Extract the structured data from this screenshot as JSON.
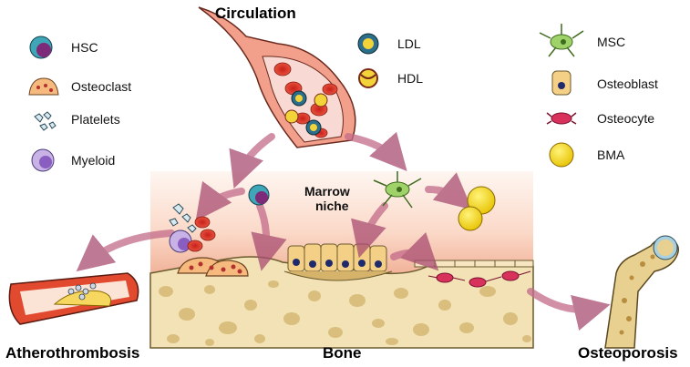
{
  "top_label": "Circulation",
  "legend_left": [
    {
      "label": "HSC",
      "icon": "hsc-cell-icon"
    },
    {
      "label": "Osteoclast",
      "icon": "osteoclast-cell-icon"
    },
    {
      "label": "Platelets",
      "icon": "platelets-icon"
    },
    {
      "label": "Myeloid",
      "icon": "myeloid-cell-icon"
    }
  ],
  "legend_center": [
    {
      "label": "LDL",
      "icon": "ldl-particle-icon"
    },
    {
      "label": "HDL",
      "icon": "hdl-particle-icon"
    }
  ],
  "legend_right": [
    {
      "label": "MSC",
      "icon": "msc-cell-icon"
    },
    {
      "label": "Osteoblast",
      "icon": "osteoblast-cell-icon"
    },
    {
      "label": "Osteocyte",
      "icon": "osteocyte-cell-icon"
    },
    {
      "label": "BMA",
      "icon": "bma-adipocyte-icon"
    }
  ],
  "niche": {
    "line1": "Marrow",
    "line2": "niche"
  },
  "bottom_labels": {
    "left": "Atherothrombosis",
    "center": "Bone",
    "right": "Osteoporosis"
  },
  "colors": {
    "niche_top": "#fde9df",
    "niche_bottom": "#f3b7a0",
    "bone_fill": "#f2e2b6",
    "bone_pore": "#d9be7e",
    "arrow": "#b05a78",
    "vessel": "#e07a62",
    "rbc": "#e0402c",
    "hdl": "#f2d33a",
    "msc": "#9fd36a",
    "bma": "#f5dc1c",
    "osteoblast": "#f4cf86",
    "osteocyte": "#d8315b"
  }
}
